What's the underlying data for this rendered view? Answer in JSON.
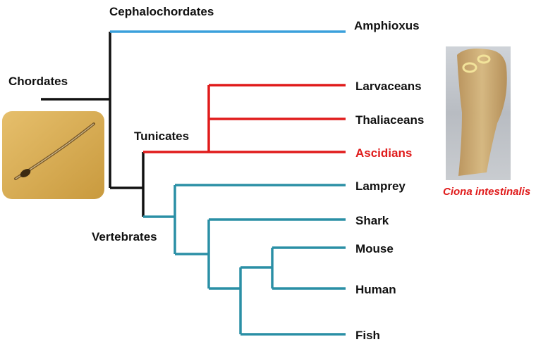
{
  "diagram": {
    "clades": {
      "chordates": "Chordates",
      "cephalochordates": "Cephalochordates",
      "tunicates": "Tunicates",
      "vertebrates": "Vertebrates"
    },
    "taxa": {
      "amphioxus": "Amphioxus",
      "larvaceans": "Larvaceans",
      "thaliaceans": "Thaliaceans",
      "ascidians": "Ascidians",
      "lamprey": "Lamprey",
      "shark": "Shark",
      "mouse": "Mouse",
      "human": "Human",
      "fish": "Fish"
    },
    "caption": "Ciona intestinalis",
    "colors": {
      "chordate_branch": "#111111",
      "cephalochordate_branch": "#3aa0dc",
      "tunicate_branch": "#e01b1b",
      "vertebrate_branch": "#2a8fa5",
      "highlight_text": "#e01b1b"
    },
    "images": {
      "left_photo": "amphioxus-larva-photo",
      "right_photo": "ciona-intestinalis-photo"
    }
  }
}
